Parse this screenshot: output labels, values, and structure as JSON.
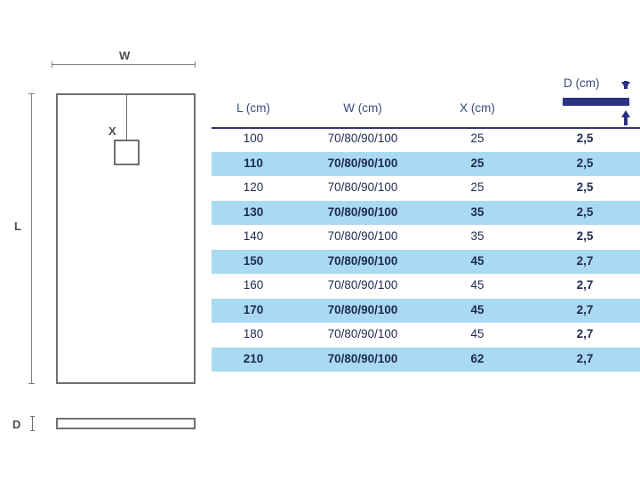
{
  "diagram": {
    "width_label": "W",
    "length_label": "L",
    "drain_label": "X",
    "depth_label": "D"
  },
  "legend": {
    "depth_title": "D (cm)",
    "bar_color": "#2a3180",
    "arrow_down_icon": "arrow-down-icon",
    "arrow_up_icon": "arrow-up-icon"
  },
  "table": {
    "columns": [
      {
        "key": "l",
        "label": "L (cm)"
      },
      {
        "key": "w",
        "label": "W (cm)"
      },
      {
        "key": "x",
        "label": "X (cm)"
      },
      {
        "key": "d",
        "label": "D (cm)"
      }
    ],
    "rows": [
      {
        "l": "100",
        "w": "70/80/90/100",
        "x": "25",
        "d": "2,5"
      },
      {
        "l": "110",
        "w": "70/80/90/100",
        "x": "25",
        "d": "2,5"
      },
      {
        "l": "120",
        "w": "70/80/90/100",
        "x": "25",
        "d": "2,5"
      },
      {
        "l": "130",
        "w": "70/80/90/100",
        "x": "35",
        "d": "2,5"
      },
      {
        "l": "140",
        "w": "70/80/90/100",
        "x": "35",
        "d": "2,5"
      },
      {
        "l": "150",
        "w": "70/80/90/100",
        "x": "45",
        "d": "2,7"
      },
      {
        "l": "160",
        "w": "70/80/90/100",
        "x": "45",
        "d": "2,7"
      },
      {
        "l": "170",
        "w": "70/80/90/100",
        "x": "45",
        "d": "2,7"
      },
      {
        "l": "180",
        "w": "70/80/90/100",
        "x": "45",
        "d": "2,7"
      },
      {
        "l": "210",
        "w": "70/80/90/100",
        "x": "62",
        "d": "2,7"
      }
    ]
  },
  "colors": {
    "stripe": "#a9daf2",
    "header_text": "#3b4a7a",
    "header_rule": "#33356b",
    "line": "#707070"
  }
}
